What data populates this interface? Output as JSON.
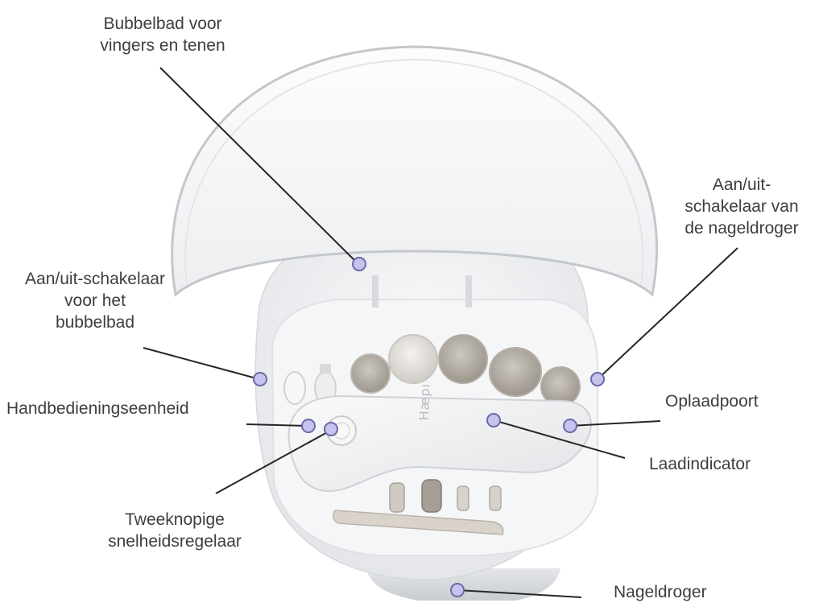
{
  "colors": {
    "leader_line": "#262626",
    "marker_fill": "#c6c4ee",
    "marker_stroke": "#6a6aa6",
    "label_text": "#3e3e3e",
    "device_body": "#f1f2f4",
    "device_shadow": "#d9dcdf"
  },
  "brand": "Hæpı",
  "callouts": [
    {
      "id": "bubbelbad",
      "lines": [
        "Bubbelbad voor",
        "vingers en tenen"
      ]
    },
    {
      "id": "bubbelbad-schakelaar",
      "lines": [
        "Aan/uit-schakelaar",
        "voor het",
        "bubbelbad"
      ]
    },
    {
      "id": "handbediening",
      "lines": [
        "Handbedieningseenheid"
      ]
    },
    {
      "id": "snelheidsregelaar",
      "lines": [
        "Tweeknopige",
        "snelheidsregelaar"
      ]
    },
    {
      "id": "nageldroger-schakelaar",
      "lines": [
        "Aan/uit-",
        "schakelaar van",
        "de nageldroger"
      ]
    },
    {
      "id": "oplaadpoort",
      "lines": [
        "Oplaadpoort"
      ]
    },
    {
      "id": "laadindicator",
      "lines": [
        "Laadindicator"
      ]
    },
    {
      "id": "nageldroger",
      "lines": [
        "Nageldroger"
      ]
    }
  ]
}
